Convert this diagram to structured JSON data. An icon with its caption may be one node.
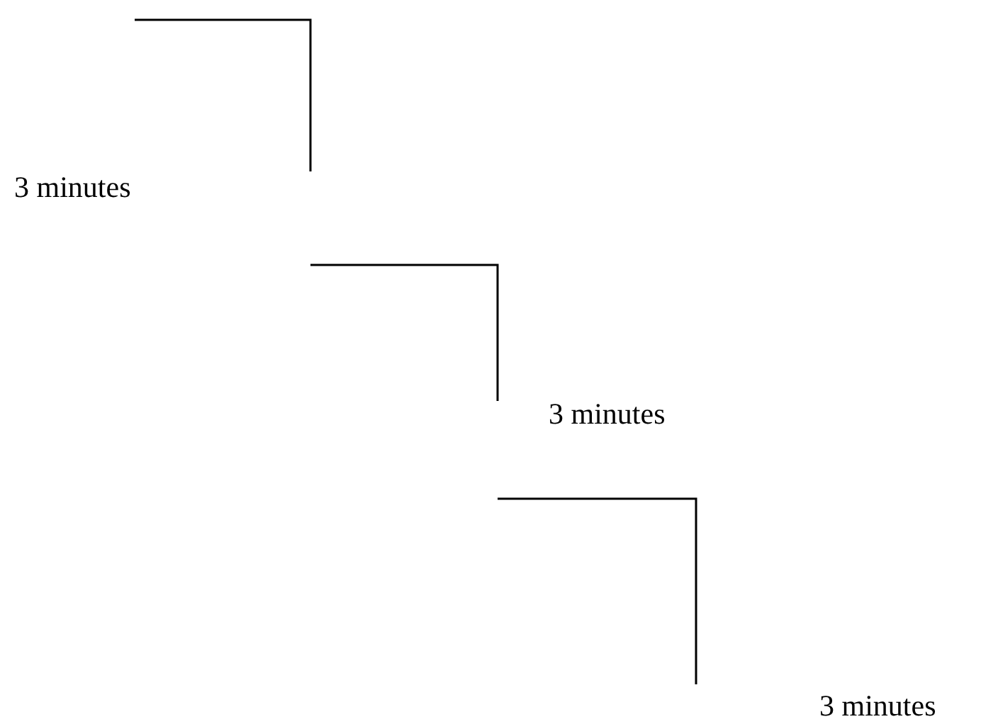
{
  "diagram": {
    "labels": [
      "3 minutes",
      "3 minutes",
      "3 minutes"
    ]
  }
}
